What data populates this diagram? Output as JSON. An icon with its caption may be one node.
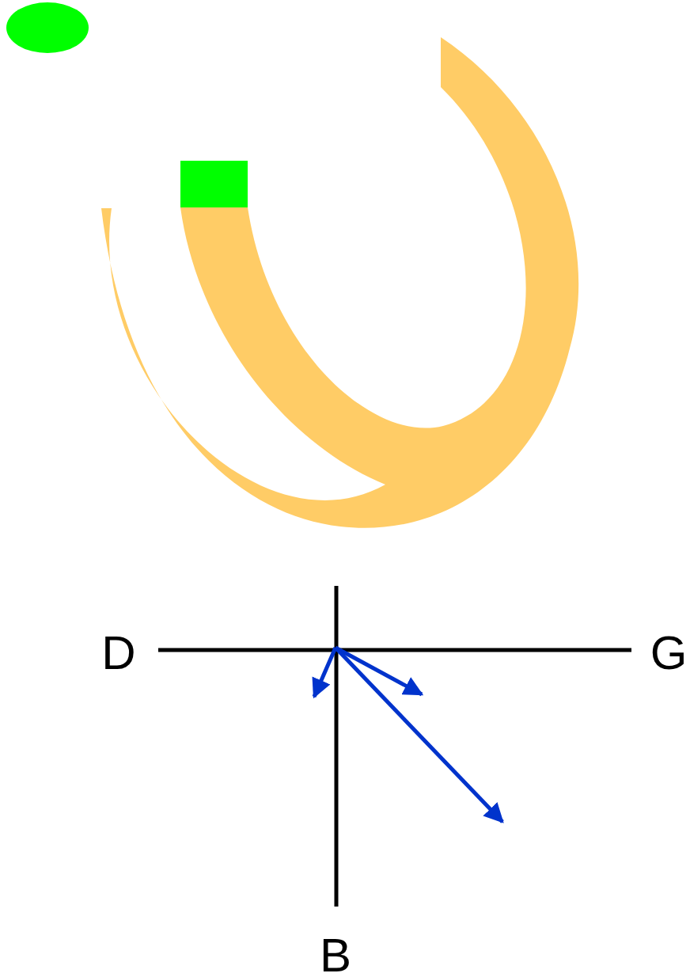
{
  "diagram": {
    "nodes": [
      {
        "text": [],
        "shape": "ellipse"
      },
      {
        "text": [],
        "shape": "box"
      }
    ],
    "labels": [
      "D",
      "G",
      "B"
    ]
  }
}
